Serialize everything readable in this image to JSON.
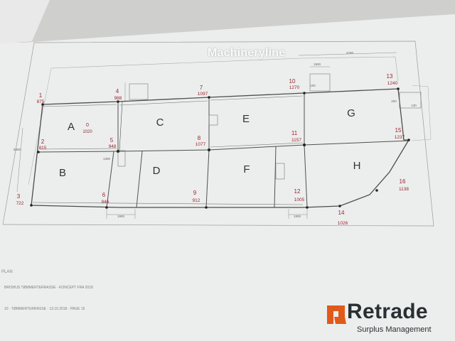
{
  "watermark": "Machineryline",
  "plan": {
    "rooms": [
      {
        "id": "A",
        "sub_label": "0",
        "value": "1020"
      },
      {
        "id": "B"
      },
      {
        "id": "C"
      },
      {
        "id": "D"
      },
      {
        "id": "E"
      },
      {
        "id": "F"
      },
      {
        "id": "G"
      },
      {
        "id": "H"
      }
    ],
    "points": [
      {
        "num": "1",
        "value": "875"
      },
      {
        "num": "2",
        "value": "815"
      },
      {
        "num": "3",
        "value": "722"
      },
      {
        "num": "4",
        "value": "988"
      },
      {
        "num": "5",
        "value": "948"
      },
      {
        "num": "6",
        "value": "846"
      },
      {
        "num": "7",
        "value": "1097"
      },
      {
        "num": "8",
        "value": "1077"
      },
      {
        "num": "9",
        "value": "912"
      },
      {
        "num": "10",
        "value": "1270"
      },
      {
        "num": "11",
        "value": "1157"
      },
      {
        "num": "12",
        "value": "1005"
      },
      {
        "num": "13",
        "value": "1240"
      },
      {
        "num": "14",
        "value": "1026"
      },
      {
        "num": "15",
        "value": "1237"
      },
      {
        "num": "16",
        "value": "1138"
      }
    ],
    "dimensions": {
      "top_overall": "4780",
      "top_g": "1900",
      "dim_100": "100",
      "dim_200": "200",
      "dim_130": "130",
      "bottom_left": "1900",
      "bottom_right": "1900",
      "left_side": "8300",
      "c_gap": "1350"
    }
  },
  "footer": {
    "plan_label": "PLAN",
    "line1": "BRISHUS TØMMERTERRASSE · KONCEPT FRA 2018",
    "line2": "10 · TØMMERTERRASSE · 13.10.2018 · PAGE 15"
  },
  "logo": {
    "brand": "Retrade",
    "tagline": "Surplus Management",
    "brand_color": "#e05a1b"
  }
}
